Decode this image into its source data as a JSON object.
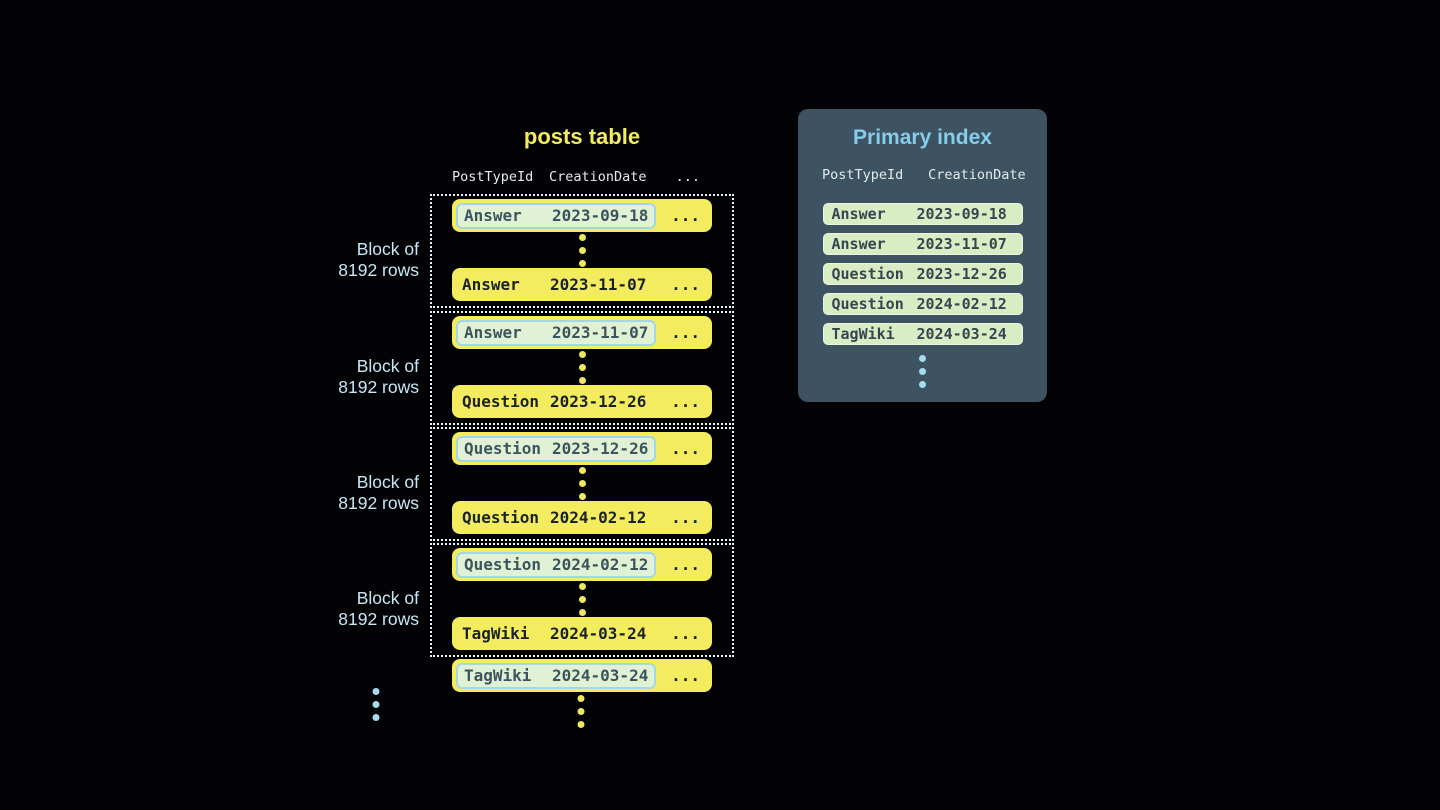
{
  "posts_table": {
    "title": "posts table",
    "columns": [
      "PostTypeId",
      "CreationDate"
    ],
    "ellipsis": "...",
    "block_label": [
      "Block of",
      "8192 rows"
    ],
    "blocks": [
      {
        "first": {
          "type": "Answer",
          "date": "2023-09-18"
        },
        "last": {
          "type": "Answer",
          "date": "2023-11-07"
        }
      },
      {
        "first": {
          "type": "Answer",
          "date": "2023-11-07"
        },
        "last": {
          "type": "Question",
          "date": "2023-12-26"
        }
      },
      {
        "first": {
          "type": "Question",
          "date": "2023-12-26"
        },
        "last": {
          "type": "Question",
          "date": "2024-02-12"
        }
      },
      {
        "first": {
          "type": "Question",
          "date": "2024-02-12"
        },
        "last": {
          "type": "TagWiki",
          "date": "2024-03-24"
        }
      }
    ],
    "overflow_row": {
      "type": "TagWiki",
      "date": "2024-03-24"
    }
  },
  "primary_index": {
    "title": "Primary index",
    "columns": [
      "PostTypeId",
      "CreationDate"
    ],
    "rows": [
      {
        "type": "Answer",
        "date": "2023-09-18"
      },
      {
        "type": "Answer",
        "date": "2023-11-07"
      },
      {
        "type": "Question",
        "date": "2023-12-26"
      },
      {
        "type": "Question",
        "date": "2024-02-12"
      },
      {
        "type": "TagWiki",
        "date": "2024-03-24"
      }
    ]
  },
  "colors": {
    "background": "#030305",
    "row_yellow": "#f3ec5f",
    "row_text": "#1b2227",
    "highlight_bg": "#e1f1d3",
    "highlight_border": "#a2d7e7",
    "highlight_text": "#3b5560",
    "panel_bg": "#3d5362",
    "panel_title": "#85cdeb",
    "header_text": "#e3eaee",
    "index_row_bg": "#d9edc4",
    "index_row_border": "#ecf6df",
    "index_row_text": "#344650",
    "block_label": "#c6e8f5",
    "dot_yellow": "#f0e95e",
    "dot_blue": "#a5daf0",
    "dotted_border": "#e8f4f9"
  }
}
